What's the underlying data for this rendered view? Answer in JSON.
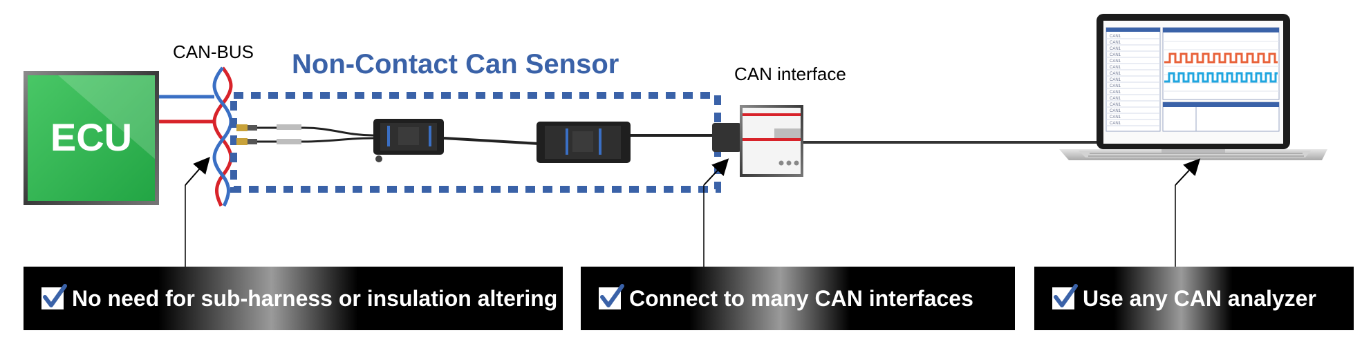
{
  "labels": {
    "can_bus": "CAN-BUS",
    "sensor_title": "Non-Contact Can Sensor",
    "can_interface": "CAN interface",
    "ecu": "ECU"
  },
  "screen_rows": [
    "CAN1",
    "CAN1",
    "CAN1",
    "CAN1",
    "CAN1",
    "CAN1",
    "CAN1",
    "CAN1",
    "CAN1",
    "CAN1",
    "CAN1",
    "CAN1",
    "CAN1",
    "CAN1",
    "CAN1"
  ],
  "banners": [
    {
      "text": "No need for sub-harness or insulation altering"
    },
    {
      "text": "Connect to many CAN interfaces"
    },
    {
      "text": "Use any CAN analyzer"
    }
  ],
  "colors": {
    "ecu_green": "#2bb24c",
    "sensor_blue": "#3a62a8",
    "can_red": "#d8232a",
    "can_blue": "#3a6fc4",
    "wave_orange": "#e8623a",
    "wave_cyan": "#1fa6df"
  }
}
